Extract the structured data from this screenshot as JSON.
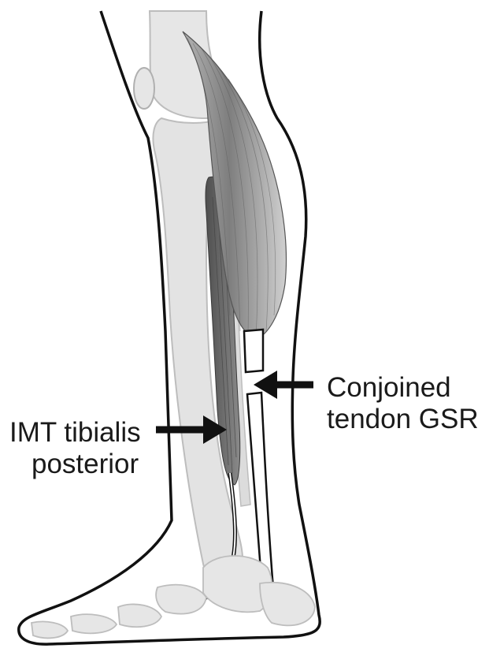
{
  "labels": {
    "conjoined_tendon": {
      "line1": "Conjoined",
      "line2": "tendon GSR"
    },
    "tibialis_posterior": {
      "line1": "IMT tibialis",
      "line2": "posterior"
    }
  },
  "colors": {
    "outline": "#111111",
    "bone_fill": "#e3e3e3",
    "bone_stroke": "#bdbdbd",
    "gastrocnemius": "#8f8f8f",
    "deep_muscle": "#5e5e5e",
    "tendon_fill": "#ffffff",
    "arrow": "#111111"
  }
}
